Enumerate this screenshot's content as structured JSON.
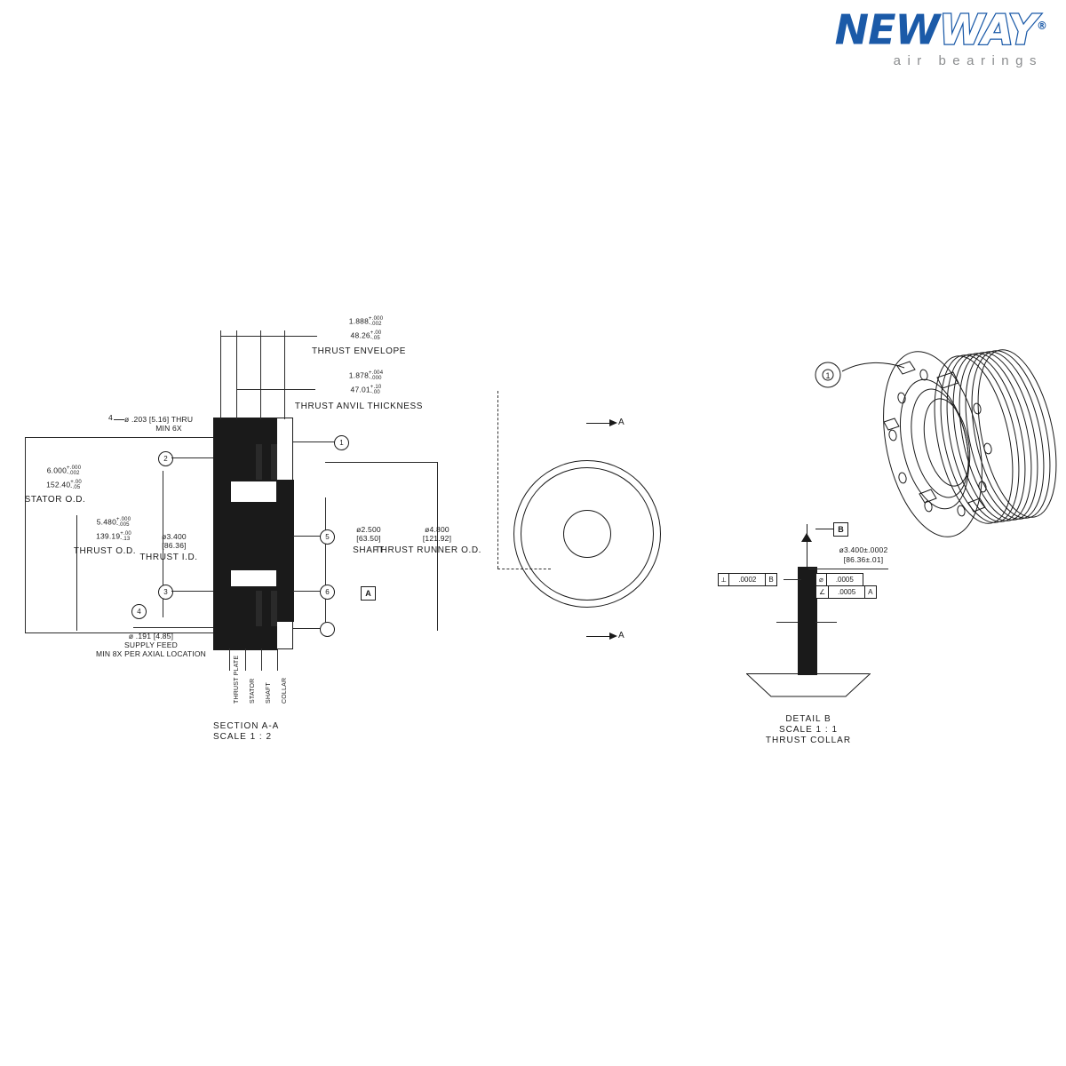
{
  "logo": {
    "word_primary": "NEW",
    "word_secondary": "WAY",
    "registered": "®",
    "tagline": "air bearings",
    "color_primary": "#1b5aa8",
    "color_tagline": "#8b8d8f"
  },
  "drawing": {
    "section_view": {
      "title": "SECTION A-A",
      "scale": "SCALE 1 : 2",
      "dimensions": {
        "thrust_envelope": {
          "value": "1.888",
          "tol_plus": ".000",
          "tol_minus": ".002",
          "metric": "48.26",
          "metric_tol_plus": ".00",
          "metric_tol_minus": ".05",
          "label": "THRUST ENVELOPE"
        },
        "thrust_anvil_thickness": {
          "value": "1.878",
          "tol_plus": ".004",
          "tol_minus": ".000",
          "metric": "47.01",
          "metric_tol_plus": ".10",
          "metric_tol_minus": ".00",
          "label": "THRUST ANVIL THICKNESS"
        },
        "stator_od": {
          "value": "6.000",
          "tol_plus": ".000",
          "tol_minus": ".002",
          "metric": "152.40",
          "metric_tol_plus": ".00",
          "metric_tol_minus": ".05",
          "label": "STATOR O.D."
        },
        "thrust_od": {
          "value": "5.480",
          "tol_plus": ".000",
          "tol_minus": ".005",
          "metric": "139.19",
          "metric_tol_plus": ".00",
          "metric_tol_minus": ".13",
          "label": "THRUST O.D."
        },
        "thrust_id": {
          "value": "ø3.400",
          "metric": "[86.36]",
          "label": "THRUST I.D."
        },
        "shaft": {
          "value": "ø2.500",
          "metric": "[63.50]",
          "label": "SHAFT"
        },
        "thrust_runner_od": {
          "value": "ø4.800",
          "metric": "[121.92]",
          "label": "THRUST RUNNER O.D."
        },
        "mounting_hole": {
          "value": "ø .203",
          "metric": "[5.16]",
          "note1": "THRU",
          "note2": "MIN 6X"
        },
        "supply_feed": {
          "value": "ø .191",
          "metric": "[4.85]",
          "note1": "SUPPLY FEED",
          "note2": "MIN 8X PER AXIAL LOCATION"
        }
      },
      "section_letter": "A",
      "balloon_labels": [
        "1",
        "2",
        "3",
        "4",
        "5",
        "6"
      ],
      "stack_labels": [
        "THRUST PLATE",
        "STATOR",
        "SHAFT",
        "COLLAR"
      ]
    },
    "front_view": {
      "section_letter_top": "A",
      "section_letter_bottom": "A"
    },
    "detail_view": {
      "title": "DETAIL B",
      "scale": "SCALE 1 : 1",
      "subtitle": "THRUST COLLAR",
      "datum_flag": "B",
      "dimension": {
        "value": "ø3.400±.0002",
        "metric": "[86.36±.01]"
      },
      "gdt_frames": [
        {
          "symbol": "⟂",
          "tolerance": ".0002",
          "datum": "B"
        },
        {
          "symbol": "⌀",
          "tolerance": ".0005",
          "datum": ""
        },
        {
          "symbol": "∠",
          "tolerance": ".0005",
          "datum": "A"
        }
      ]
    },
    "iso_view": {
      "balloon": "1"
    }
  }
}
